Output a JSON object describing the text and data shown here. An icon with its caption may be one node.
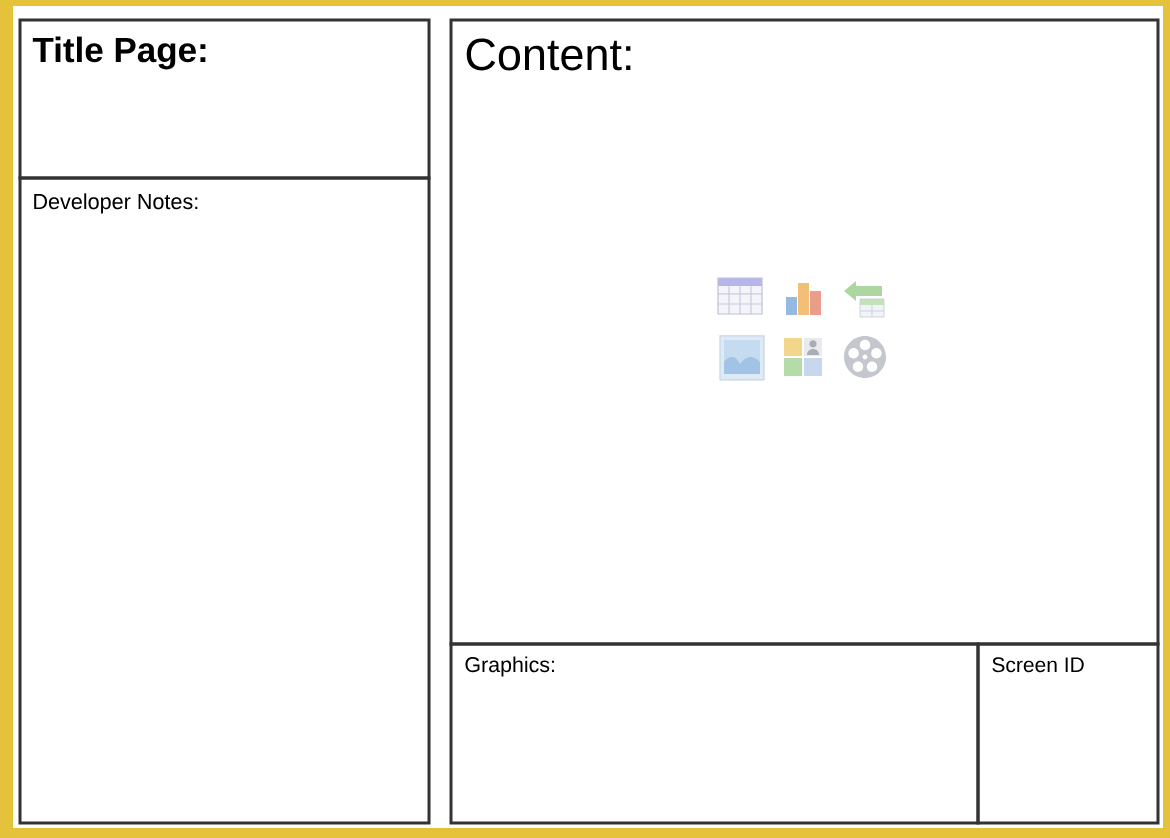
{
  "diagram": {
    "nodes": [
      {
        "text": [
          "Title Page:"
        ]
      },
      {
        "text": [
          "Developer Notes:"
        ]
      },
      {
        "text": [
          "Content:"
        ]
      },
      {
        "text": [
          "Graphics:"
        ]
      },
      {
        "text": [
          "Screen ID"
        ]
      }
    ]
  }
}
